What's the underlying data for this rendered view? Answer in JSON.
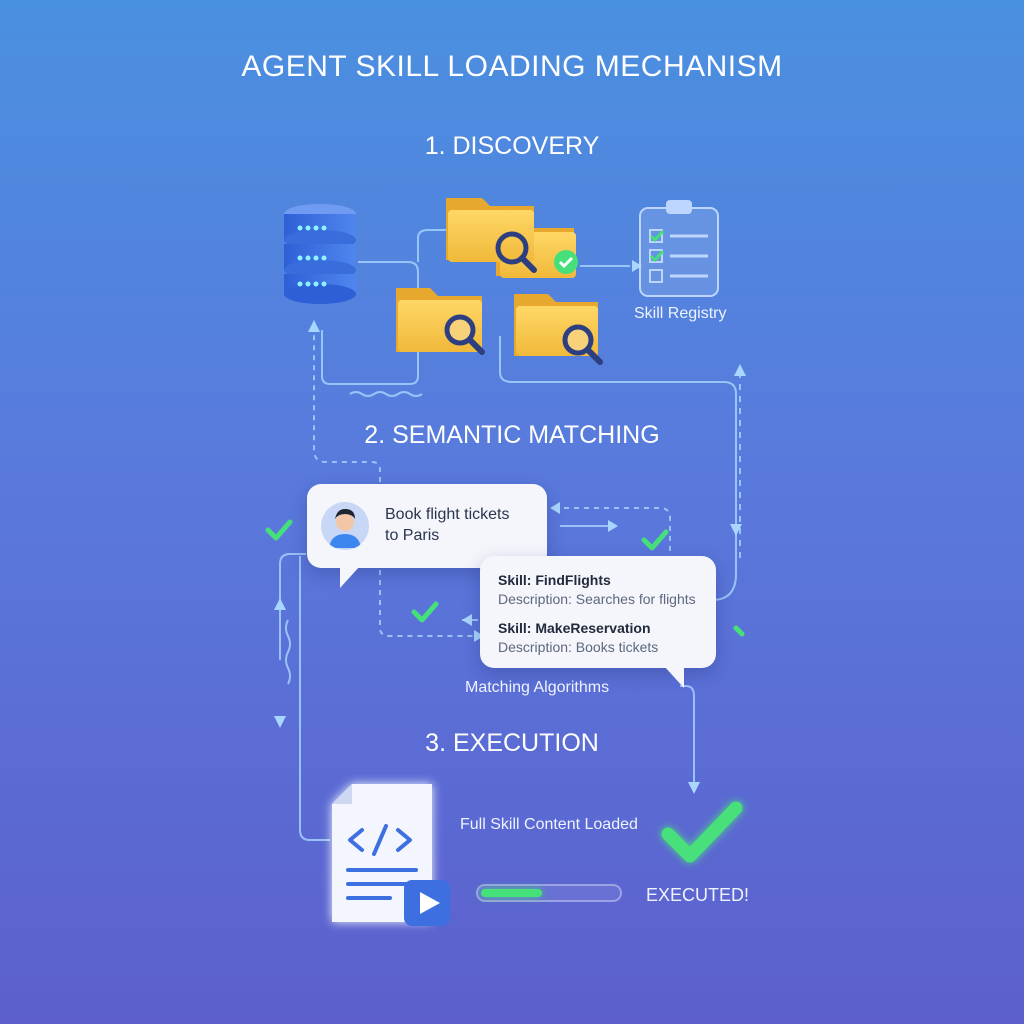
{
  "title": "AGENT SKILL LOADING MECHANISM",
  "steps": {
    "discovery": "1. DISCOVERY",
    "matching": "2. SEMANTIC MATCHING",
    "execution": "3. EXECUTION"
  },
  "discovery": {
    "registry_label": "Skill Registry"
  },
  "matching": {
    "user_request_line1": "Book flight tickets",
    "user_request_line2": "to Paris",
    "skills": [
      {
        "name": "Skill: FindFlights",
        "description": "Description: Searches for flights"
      },
      {
        "name": "Skill: MakeReservation",
        "description": "Description: Books tickets"
      }
    ],
    "algorithms_label": "Matching Algorithms"
  },
  "execution": {
    "loaded_label": "Full Skill Content Loaded",
    "executed_label": "EXECUTED!",
    "progress": 0.45
  },
  "colors": {
    "accent_green": "#46e07a",
    "folder_yellow": "#f7c84a",
    "database_blue": "#3d6fe0"
  },
  "icons": [
    "database-icon",
    "folder-search-icon",
    "clipboard-checklist-icon",
    "user-avatar-icon",
    "code-file-icon",
    "play-icon",
    "big-check-icon"
  ]
}
